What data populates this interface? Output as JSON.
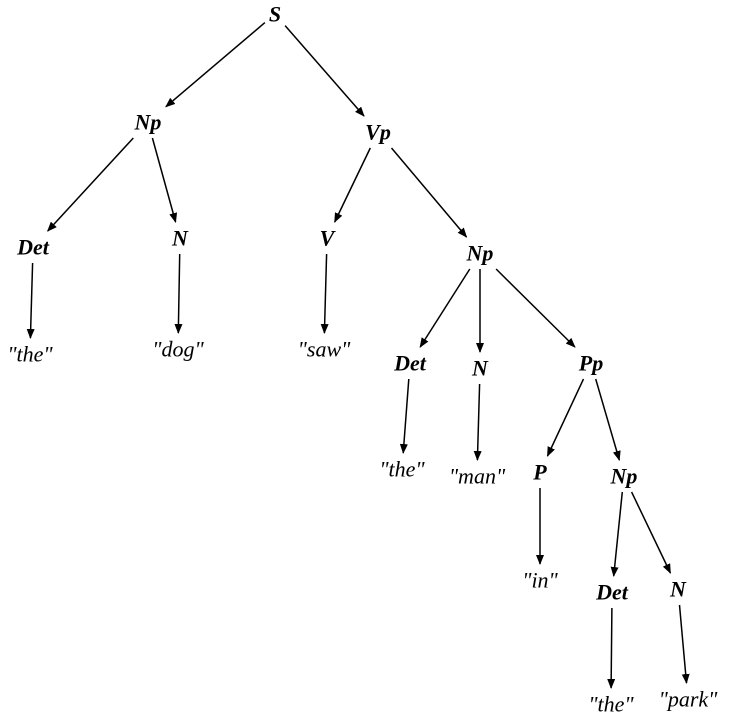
{
  "tree": {
    "nodes": [
      {
        "id": "s",
        "label": "S",
        "kind": "category"
      },
      {
        "id": "np1",
        "label": "Np",
        "kind": "category"
      },
      {
        "id": "vp",
        "label": "Vp",
        "kind": "category"
      },
      {
        "id": "det1",
        "label": "Det",
        "kind": "category"
      },
      {
        "id": "n1",
        "label": "N",
        "kind": "category"
      },
      {
        "id": "v",
        "label": "V",
        "kind": "category"
      },
      {
        "id": "np2",
        "label": "Np",
        "kind": "category"
      },
      {
        "id": "w_the1",
        "label": "\"the\"",
        "kind": "word"
      },
      {
        "id": "w_dog",
        "label": "\"dog\"",
        "kind": "word"
      },
      {
        "id": "w_saw",
        "label": "\"saw\"",
        "kind": "word"
      },
      {
        "id": "det2",
        "label": "Det",
        "kind": "category"
      },
      {
        "id": "n2",
        "label": "N",
        "kind": "category"
      },
      {
        "id": "pp",
        "label": "Pp",
        "kind": "category"
      },
      {
        "id": "w_the2",
        "label": "\"the\"",
        "kind": "word"
      },
      {
        "id": "w_man",
        "label": "\"man\"",
        "kind": "word"
      },
      {
        "id": "p",
        "label": "P",
        "kind": "category"
      },
      {
        "id": "np3",
        "label": "Np",
        "kind": "category"
      },
      {
        "id": "w_in",
        "label": "\"in\"",
        "kind": "word"
      },
      {
        "id": "det3",
        "label": "Det",
        "kind": "category"
      },
      {
        "id": "n3",
        "label": "N",
        "kind": "category"
      },
      {
        "id": "w_the3",
        "label": "\"the\"",
        "kind": "word"
      },
      {
        "id": "w_park",
        "label": "\"park\"",
        "kind": "word"
      }
    ],
    "edges": [
      [
        "s",
        "np1"
      ],
      [
        "s",
        "vp"
      ],
      [
        "np1",
        "det1"
      ],
      [
        "np1",
        "n1"
      ],
      [
        "vp",
        "v"
      ],
      [
        "vp",
        "np2"
      ],
      [
        "det1",
        "w_the1"
      ],
      [
        "n1",
        "w_dog"
      ],
      [
        "v",
        "w_saw"
      ],
      [
        "np2",
        "det2"
      ],
      [
        "np2",
        "n2"
      ],
      [
        "np2",
        "pp"
      ],
      [
        "det2",
        "w_the2"
      ],
      [
        "n2",
        "w_man"
      ],
      [
        "pp",
        "p"
      ],
      [
        "pp",
        "np3"
      ],
      [
        "p",
        "w_in"
      ],
      [
        "np3",
        "det3"
      ],
      [
        "np3",
        "n3"
      ],
      [
        "det3",
        "w_the3"
      ],
      [
        "n3",
        "w_park"
      ]
    ]
  }
}
